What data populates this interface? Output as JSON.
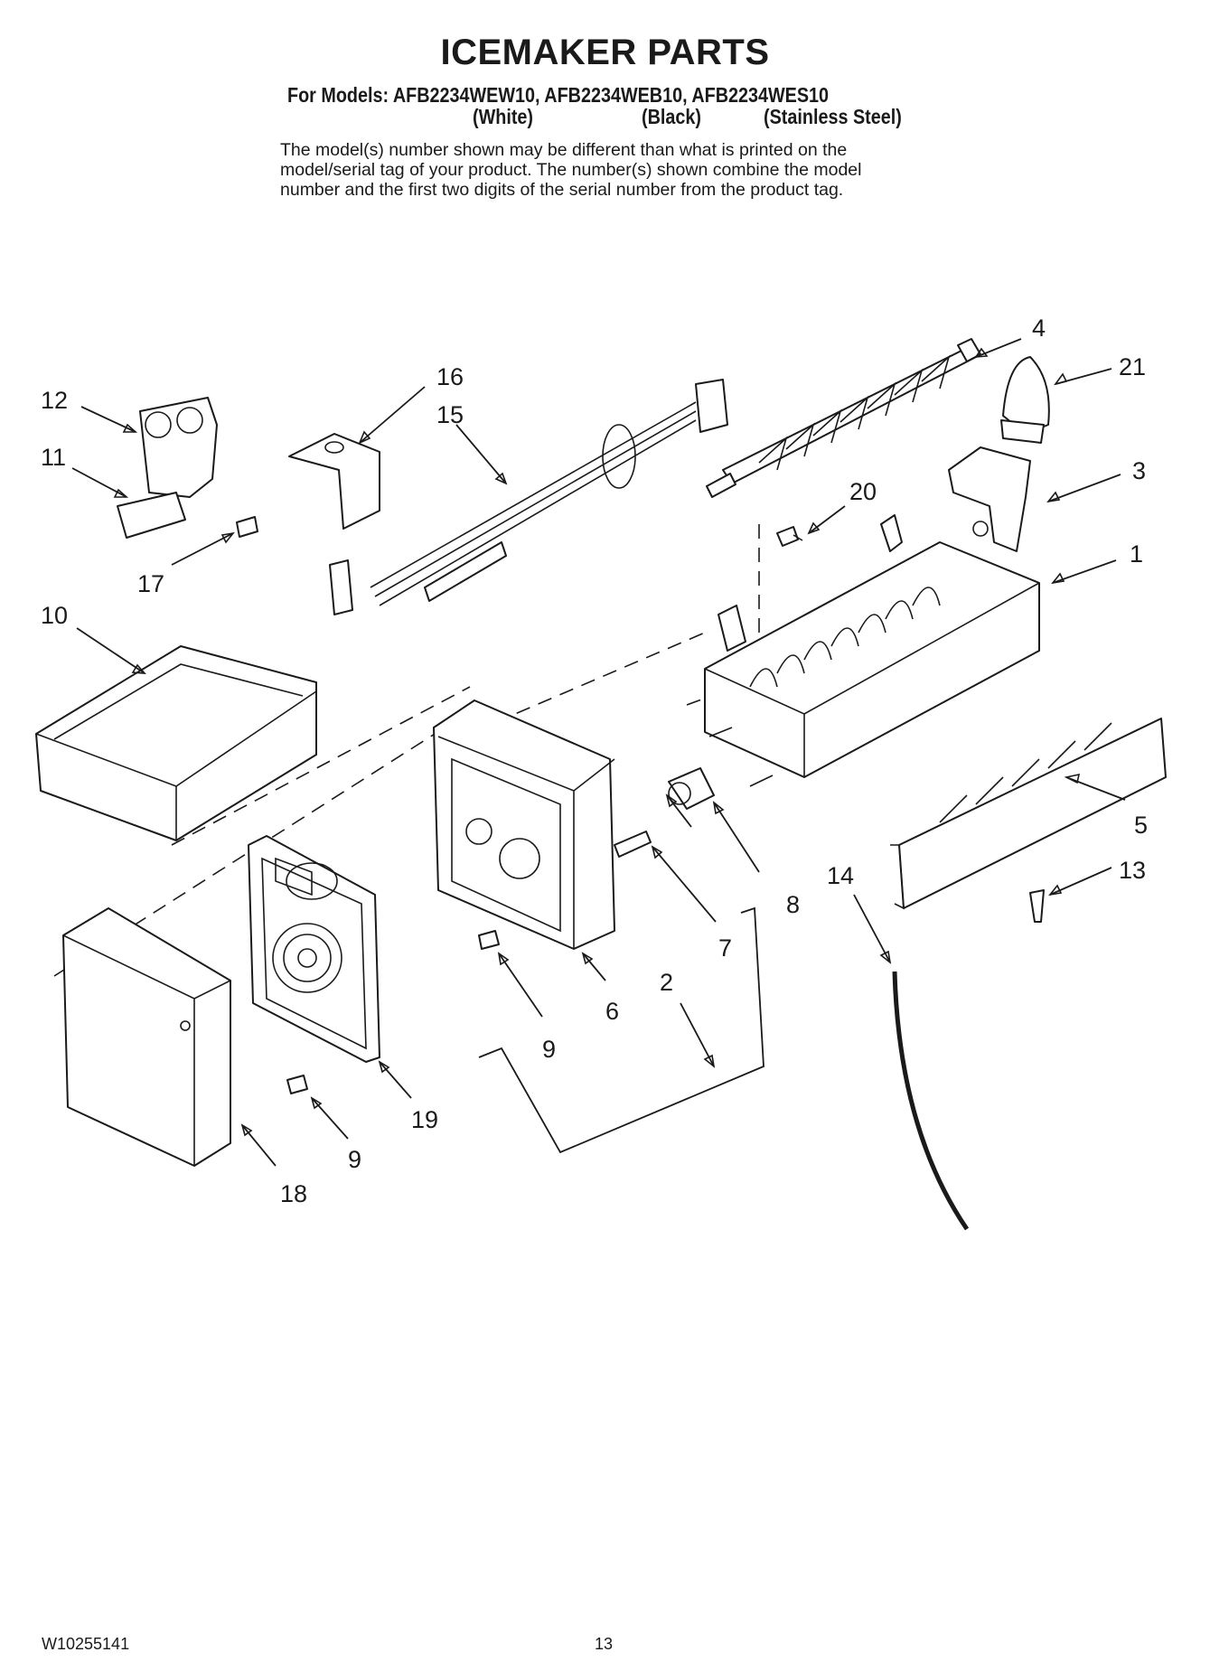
{
  "header": {
    "title": "ICEMAKER PARTS",
    "models_line": "For Models: AFB2234WEW10, AFB2234WEB10, AFB2234WES10",
    "variant_white": "(White)",
    "variant_black": "(Black)",
    "variant_stainless": "(Stainless Steel)"
  },
  "note": {
    "line1": "The model(s) number shown may be different than what is printed on the",
    "line2": "model/serial tag of your product. The number(s) shown combine the model",
    "line3": "number and the first two digits of the serial number from the product tag."
  },
  "callouts": {
    "c1": "1",
    "c2": "2",
    "c3": "3",
    "c4": "4",
    "c5": "5",
    "c6": "6",
    "c7": "7",
    "c8": "8",
    "c9a": "9",
    "c9b": "9",
    "c10": "10",
    "c11": "11",
    "c12": "12",
    "c13": "13",
    "c14": "14",
    "c15": "15",
    "c16": "16",
    "c17": "17",
    "c18": "18",
    "c19": "19",
    "c20": "20",
    "c21": "21"
  },
  "footer": {
    "doc_number": "W10255141",
    "page_number": "13"
  }
}
